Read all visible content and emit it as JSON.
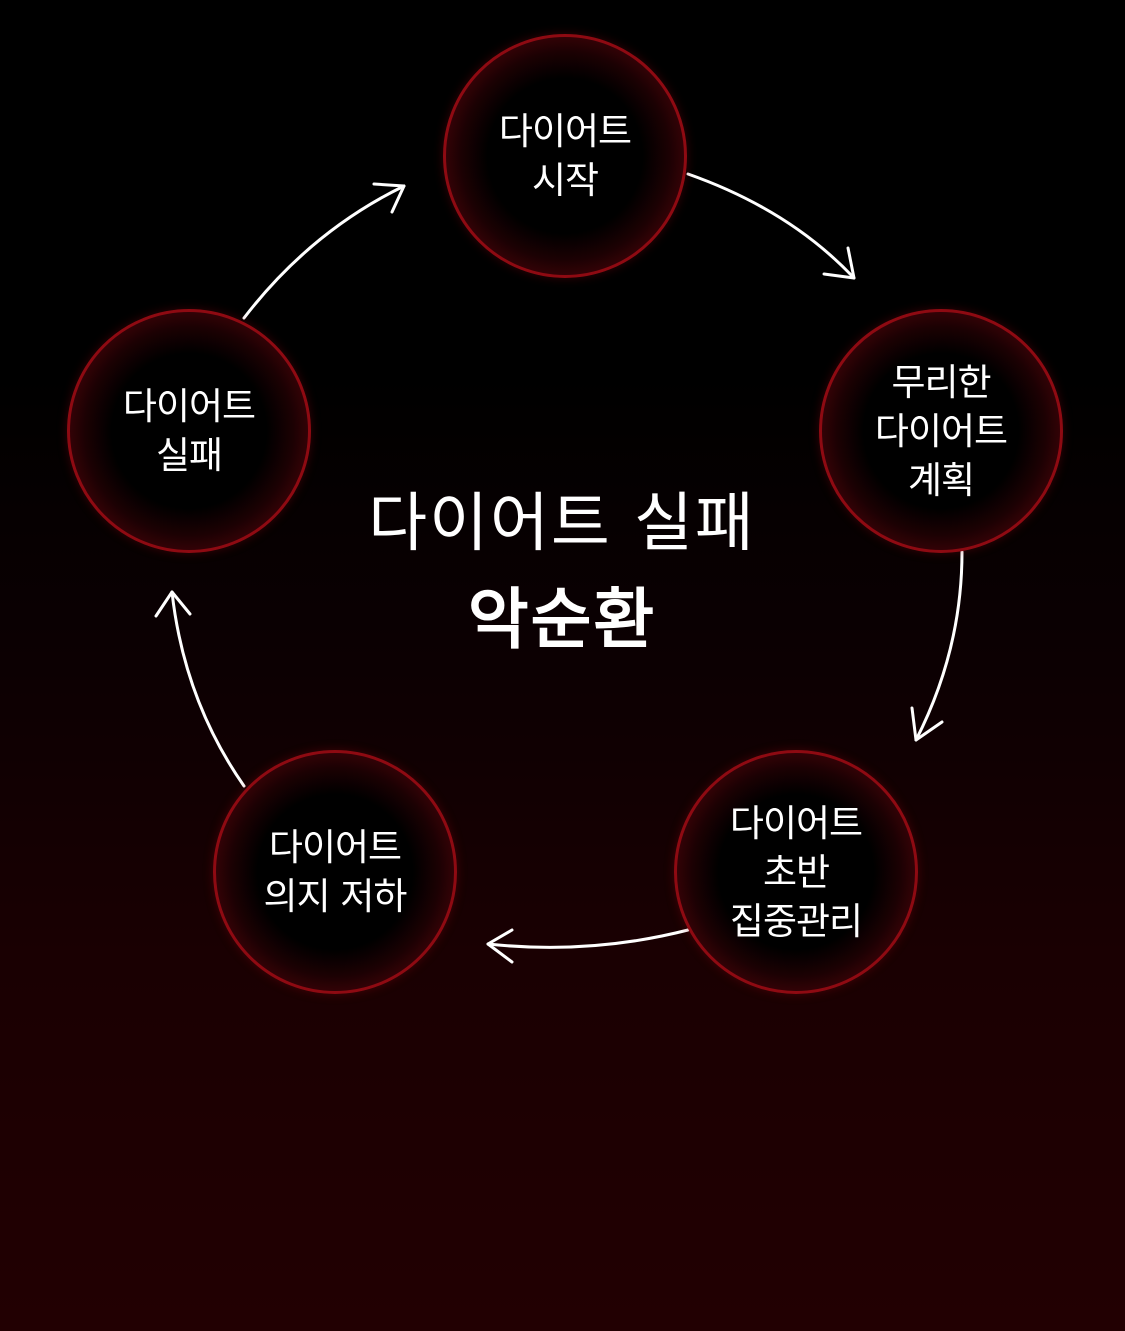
{
  "diagram": {
    "title": "다이어트 실패",
    "subtitle": "악순환",
    "nodes": [
      {
        "id": "start",
        "lines": [
          "다이어트",
          "시작"
        ]
      },
      {
        "id": "plan",
        "lines": [
          "무리한",
          "다이어트",
          "계획"
        ]
      },
      {
        "id": "focus",
        "lines": [
          "다이어트",
          "초반",
          "집중관리"
        ]
      },
      {
        "id": "willpower",
        "lines": [
          "다이어트",
          "의지 저하"
        ]
      },
      {
        "id": "fail",
        "lines": [
          "다이어트",
          "실패"
        ]
      }
    ],
    "edges": [
      {
        "from": "start",
        "to": "plan"
      },
      {
        "from": "plan",
        "to": "focus"
      },
      {
        "from": "focus",
        "to": "willpower"
      },
      {
        "from": "willpower",
        "to": "fail"
      },
      {
        "from": "fail",
        "to": "start"
      }
    ],
    "colors": {
      "circle_border": "#8e0a12",
      "circle_glow": "#7a0610",
      "text": "#ffffff",
      "arrow": "#ffffff"
    }
  }
}
